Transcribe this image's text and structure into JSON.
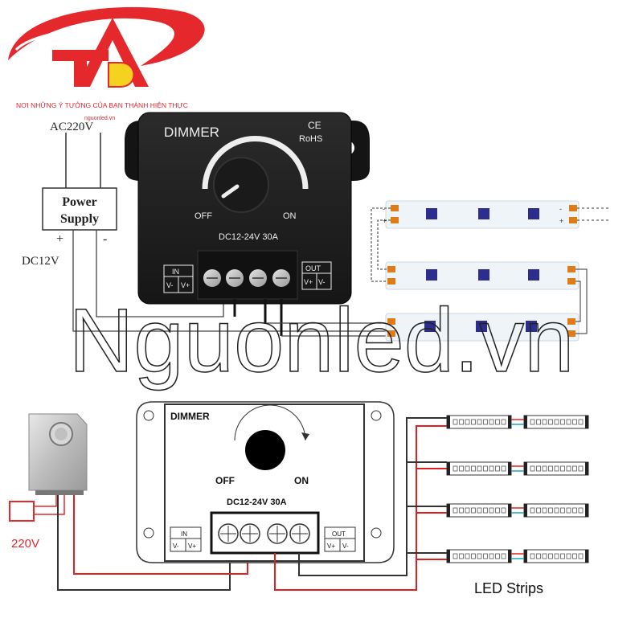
{
  "logo": {
    "letters": "TĐ",
    "slogan": "NƠI NHỮNG Ý TƯỞNG CỦA BẠN THÀNH HIỆN THỰC",
    "site": "nguonled.vn"
  },
  "top": {
    "ac_label": "AC220V",
    "ps_line1": "Power",
    "ps_line2": "Supply",
    "plus": "+",
    "minus": "-",
    "dc_label": "DC12V",
    "dimmer_title": "DIMMER",
    "ce": "CE",
    "rohs": "RoHS",
    "off": "OFF",
    "on": "ON",
    "rating": "DC12-24V  30A",
    "in_label": "IN",
    "in_vm": "V-",
    "in_vp": "V+",
    "out_label": "OUT",
    "out_vp": "V+",
    "out_vm": "V-"
  },
  "watermark": "Nguonled.vn",
  "bottom": {
    "v220": "220V",
    "dimmer_title": "DIMMER",
    "off": "OFF",
    "on": "ON",
    "rating": "DC12-24V 30A",
    "in_label": "IN",
    "in_vm": "V-",
    "in_vp": "V+",
    "out_label": "OUT",
    "out_vp": "V+",
    "out_vm": "V-",
    "led_strips": "LED Strips"
  },
  "colors": {
    "logo_red": "#e5282b",
    "logo_yellow": "#f4d21f",
    "wire_red": "#e02020",
    "wire_black": "#333333",
    "dimmer_body": "#1e1e1e",
    "led_blue": "#2d2c8f"
  }
}
